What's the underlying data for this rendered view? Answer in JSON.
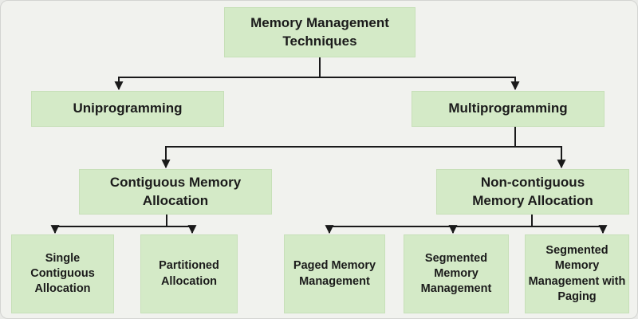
{
  "diagram": {
    "nodes": {
      "root": {
        "label": "Memory Management Techniques"
      },
      "uniprogramming": {
        "label": "Uniprogramming"
      },
      "multiprogramming": {
        "label": "Multiprogramming"
      },
      "contiguous": {
        "label": "Contiguous Memory Allocation"
      },
      "non_contiguous": {
        "label": "Non-contiguous Memory Allocation"
      },
      "single_contiguous": {
        "label": "Single Contiguous Allocation"
      },
      "partitioned": {
        "label": "Partitioned Allocation"
      },
      "paged": {
        "label": "Paged Memory Management"
      },
      "segmented": {
        "label": "Segmented Memory Management"
      },
      "segmented_with_paging": {
        "label": "Segmented Memory Management with Paging"
      }
    },
    "edges": [
      {
        "from": "root",
        "to": "uniprogramming"
      },
      {
        "from": "root",
        "to": "multiprogramming"
      },
      {
        "from": "multiprogramming",
        "to": "contiguous"
      },
      {
        "from": "multiprogramming",
        "to": "non_contiguous"
      },
      {
        "from": "contiguous",
        "to": "single_contiguous"
      },
      {
        "from": "contiguous",
        "to": "partitioned"
      },
      {
        "from": "non_contiguous",
        "to": "paged"
      },
      {
        "from": "non_contiguous",
        "to": "segmented"
      },
      {
        "from": "non_contiguous",
        "to": "segmented_with_paging"
      }
    ],
    "colors": {
      "background": "#f1f2ee",
      "box_fill": "#d4eac7",
      "box_border": "#c7e0b8",
      "text": "#1b1b1b",
      "line": "#1a1a1a"
    }
  }
}
